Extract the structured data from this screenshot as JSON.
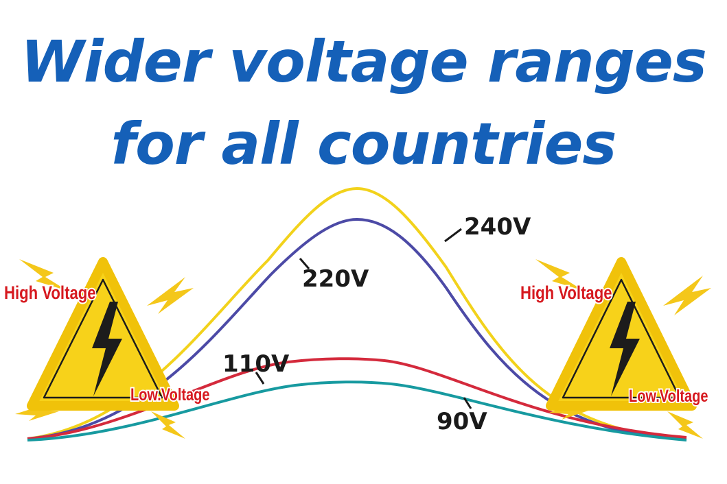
{
  "title": {
    "line1": "Wider voltage ranges",
    "line2": "for all countries"
  },
  "curves": [
    {
      "label": "240V",
      "color": "#f2d21b"
    },
    {
      "label": "220V",
      "color": "#4c4aa6"
    },
    {
      "label": "110V",
      "color": "#d42a3c"
    },
    {
      "label": "90V",
      "color": "#179aa0"
    }
  ],
  "warning_signs": [
    {
      "high_label": "High Voltage",
      "low_label": "Low.Voltage",
      "icon": "high-voltage-warning-icon"
    },
    {
      "high_label": "High Voltage",
      "low_label": "Low.Voltage",
      "icon": "high-voltage-warning-icon"
    }
  ],
  "colors": {
    "title": "#1560b8",
    "sign_fill": "#f7d21a",
    "sign_border": "#f0c20a",
    "bolt": "#1c1c1c",
    "sign_text": "#d6191f",
    "spark": "#f4c71a"
  }
}
